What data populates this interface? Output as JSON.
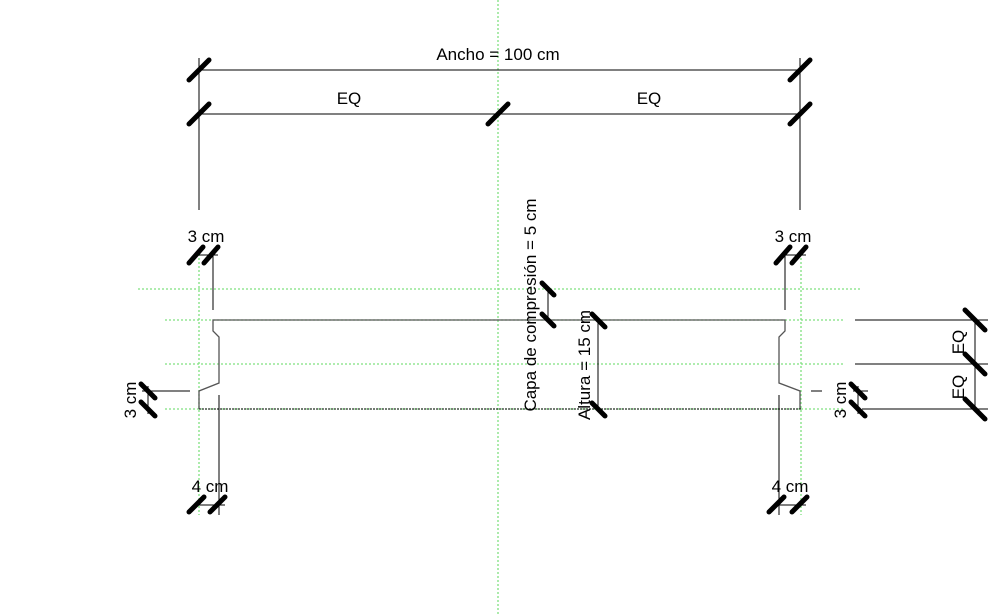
{
  "dimensions": {
    "width_label": "Ancho = 100 cm",
    "eq_left": "EQ",
    "eq_right": "EQ",
    "top_left_flange": "3 cm",
    "top_right_flange": "3 cm",
    "bottom_left_web": "4 cm",
    "bottom_right_web": "4 cm",
    "left_step": "3 cm",
    "right_step": "3 cm",
    "compression_layer": "Capa de compresión = 5 cm",
    "height": "Altura = 15 cm",
    "eq_vertical_top": "EQ",
    "eq_vertical_bottom": "EQ"
  },
  "colors": {
    "reference_plane": "#7fe07f",
    "dimension": "#000000"
  }
}
